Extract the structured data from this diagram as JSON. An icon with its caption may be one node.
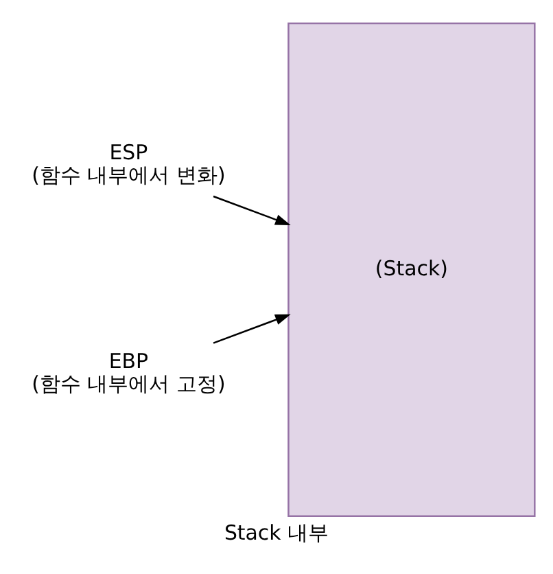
{
  "diagram": {
    "caption": "Stack 내부",
    "nodes": [
      {
        "text": [
          "(Stack)"
        ]
      },
      {
        "text": [
          "ESP (함수 내부에서 변화)"
        ]
      },
      {
        "text": [
          "EBP (함수 내부에서 고정)"
        ]
      }
    ],
    "edges": [
      {
        "from": 1,
        "to": 0,
        "arrow": "to"
      },
      {
        "from": 2,
        "to": 0,
        "arrow": "to"
      }
    ]
  }
}
